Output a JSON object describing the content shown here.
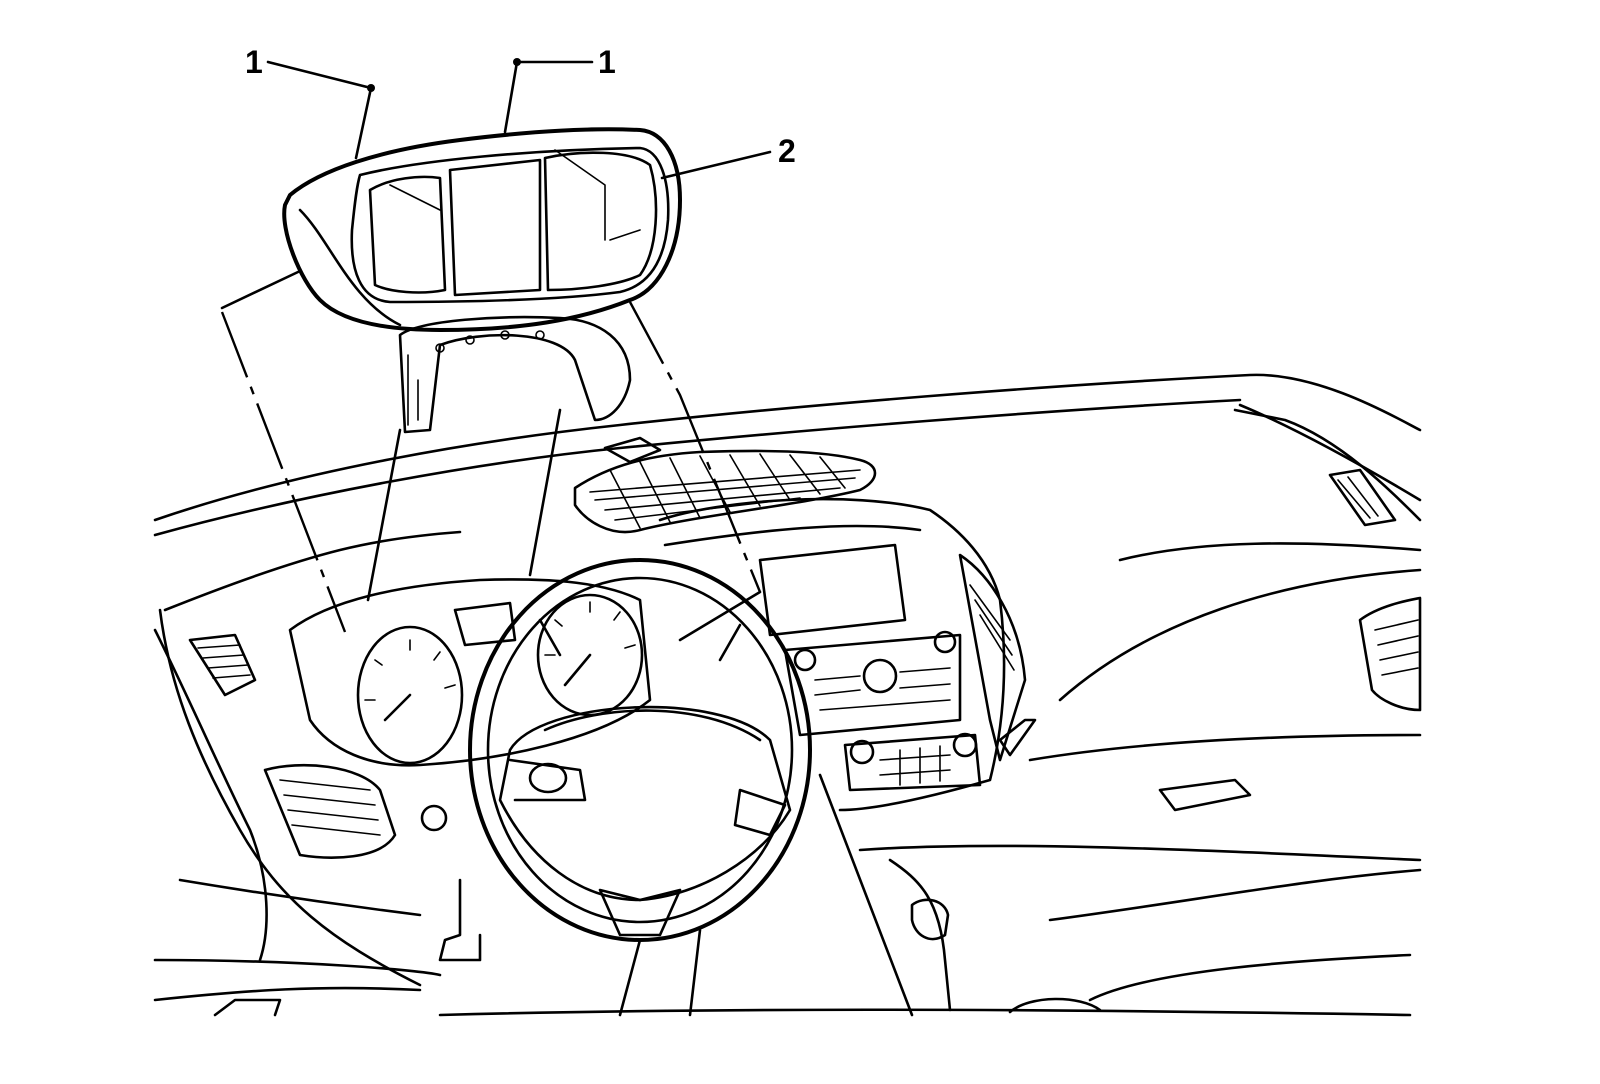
{
  "callouts": [
    {
      "id": "fastener-left",
      "label": "1"
    },
    {
      "id": "fastener-right",
      "label": "1"
    },
    {
      "id": "cluster-trim-plate",
      "label": "2"
    }
  ],
  "colors": {
    "line": "#000000",
    "background": "#ffffff"
  }
}
